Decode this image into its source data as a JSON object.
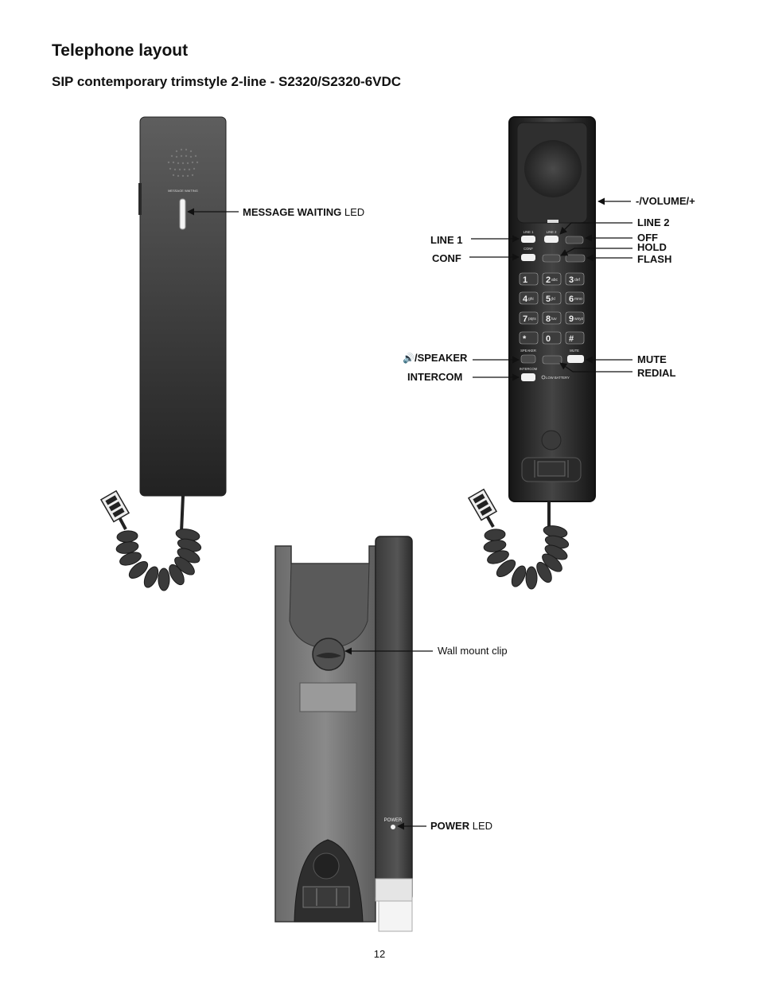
{
  "header": {
    "title": "Telephone layout",
    "subtitle": "SIP contemporary trimstyle 2-line - S2320/S2320-6VDC"
  },
  "callouts": {
    "message_waiting": {
      "bold": "MESSAGE WAITING",
      "normal": " LED"
    },
    "volume": "-/VOLUME/+",
    "line2": "LINE 2",
    "off": "OFF",
    "hold": "HOLD",
    "flash": "FLASH",
    "line1": "LINE 1",
    "conf": "CONF",
    "speaker": "/SPEAKER",
    "intercom": "INTERCOM",
    "mute": "MUTE",
    "redial": "REDIAL",
    "wall_mount_clip": "Wall mount clip",
    "power": {
      "bold": "POWER",
      "normal": " LED"
    }
  },
  "handset_back": {
    "led_label": "MESSAGE WAITING"
  },
  "handset_front": {
    "key_labels": {
      "line1": "LINE 1",
      "line2": "LINE 2",
      "off": "OFF",
      "conf": "CONF",
      "hold": "HOLD",
      "flash": "FLASH",
      "speaker": "SPEAKER",
      "mute": "MUTE",
      "redial": "REDIAL",
      "intercom": "INTERCOM",
      "low_battery": "LOW BATTERY"
    },
    "dialpad": [
      {
        "digit": "1",
        "letters": ""
      },
      {
        "digit": "2",
        "letters": "abc"
      },
      {
        "digit": "3",
        "letters": "def"
      },
      {
        "digit": "4",
        "letters": "ghi"
      },
      {
        "digit": "5",
        "letters": "jkl"
      },
      {
        "digit": "6",
        "letters": "mno"
      },
      {
        "digit": "7",
        "letters": "pqrs"
      },
      {
        "digit": "8",
        "letters": "tuv"
      },
      {
        "digit": "9",
        "letters": "wxyz"
      },
      {
        "digit": "*",
        "letters": ""
      },
      {
        "digit": "0",
        "letters": ""
      },
      {
        "digit": "#",
        "letters": ""
      }
    ]
  },
  "base": {
    "power_label": "POWER"
  },
  "colors": {
    "body_dark": "#2a2a2a",
    "body_mid": "#5a5a5a",
    "key_white": "#f2f2f2",
    "leader": "#111111"
  },
  "footer": {
    "page_number": "12"
  }
}
